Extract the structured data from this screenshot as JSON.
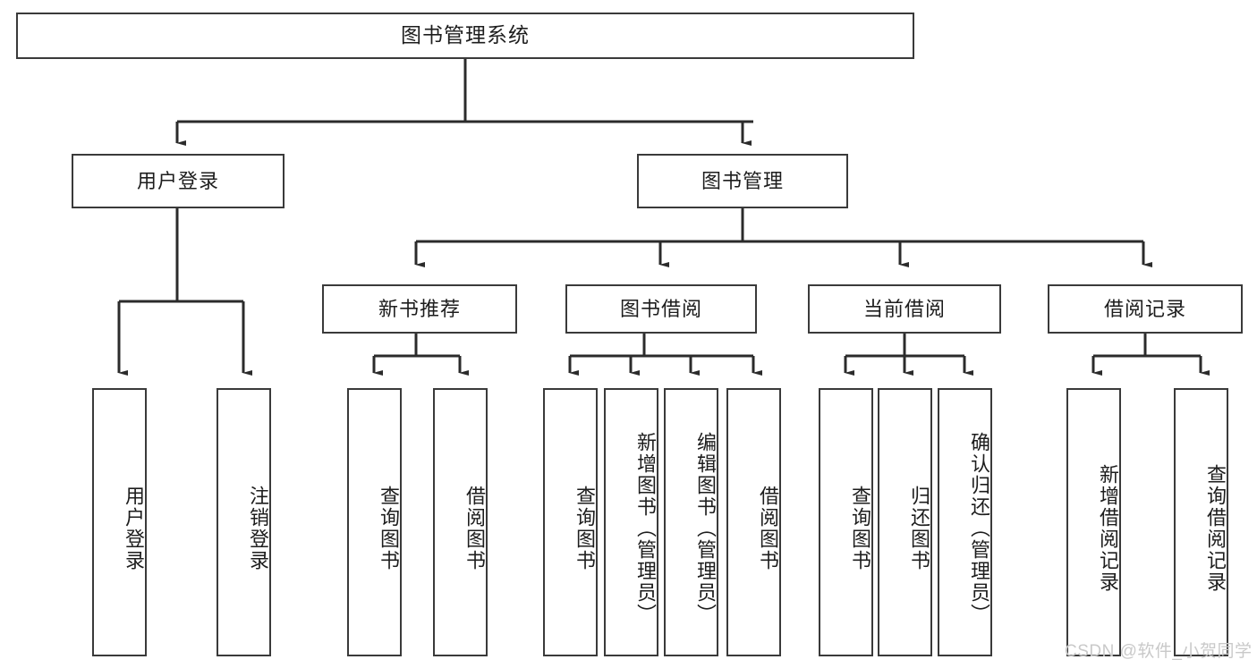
{
  "diagram": {
    "title_box": {
      "label": "图书管理系统"
    },
    "level2": [
      {
        "id": "user-login",
        "label": "用户登录"
      },
      {
        "id": "book-management",
        "label": "图书管理"
      }
    ],
    "level3": [
      {
        "id": "new-book-recommend",
        "label": "新书推荐"
      },
      {
        "id": "book-borrow",
        "label": "图书借阅"
      },
      {
        "id": "current-borrow",
        "label": "当前借阅"
      },
      {
        "id": "borrow-record",
        "label": "借阅记录"
      }
    ],
    "leaves": {
      "user_login": [
        {
          "id": "leaf-user-login",
          "label": "用户登录"
        },
        {
          "id": "leaf-logout",
          "label": "注销登录"
        }
      ],
      "new_book_recommend": [
        {
          "id": "leaf-query-book-1",
          "label": "查询图书"
        },
        {
          "id": "leaf-borrow-book-1",
          "label": "借阅图书"
        }
      ],
      "book_borrow": [
        {
          "id": "leaf-query-book-2",
          "label": "查询图书"
        },
        {
          "id": "leaf-add-book",
          "label": "新增图书（管理员）"
        },
        {
          "id": "leaf-edit-book",
          "label": "编辑图书（管理员）"
        },
        {
          "id": "leaf-borrow-book-2",
          "label": "借阅图书"
        }
      ],
      "current_borrow": [
        {
          "id": "leaf-query-book-3",
          "label": "查询图书"
        },
        {
          "id": "leaf-return-book",
          "label": "归还图书"
        },
        {
          "id": "leaf-confirm-return",
          "label": "确认归还（管理员）"
        }
      ],
      "borrow_record": [
        {
          "id": "leaf-add-record",
          "label": "新增借阅记录"
        },
        {
          "id": "leaf-query-record",
          "label": "查询借阅记录"
        }
      ]
    }
  },
  "watermark": {
    "text": "CSDN @软件_小贺同学"
  },
  "colors": {
    "border": "#3a3a3a",
    "text": "#1d1d1d",
    "background": "#ffffff",
    "watermark": "#c9c9c9"
  }
}
